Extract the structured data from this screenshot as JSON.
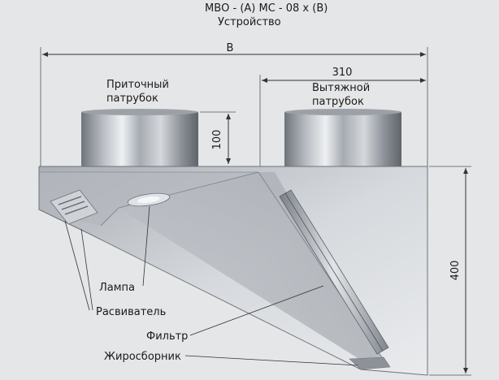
{
  "title": {
    "line1": "МВО - (А) МС - 08 х (В)",
    "line2": "Устройство"
  },
  "dimensions": {
    "width": "B",
    "exhaust_offset": "310",
    "pipe_height": "100",
    "hood_height": "400"
  },
  "parts": {
    "supply_line1": "Приточный",
    "supply_line2": "патрубок",
    "exhaust_line1": "Вытяжной",
    "exhaust_line2": "патрубок",
    "lamp": "Лампа",
    "diffuser": "Расвиватель",
    "filter": "Фильтр",
    "grease_collector": "Жиросборник"
  },
  "colors": {
    "background": "#e4e6e7",
    "steel_light": "#c9ccd1",
    "steel_dark": "#8a8f97",
    "dimension_line": "#333333"
  }
}
